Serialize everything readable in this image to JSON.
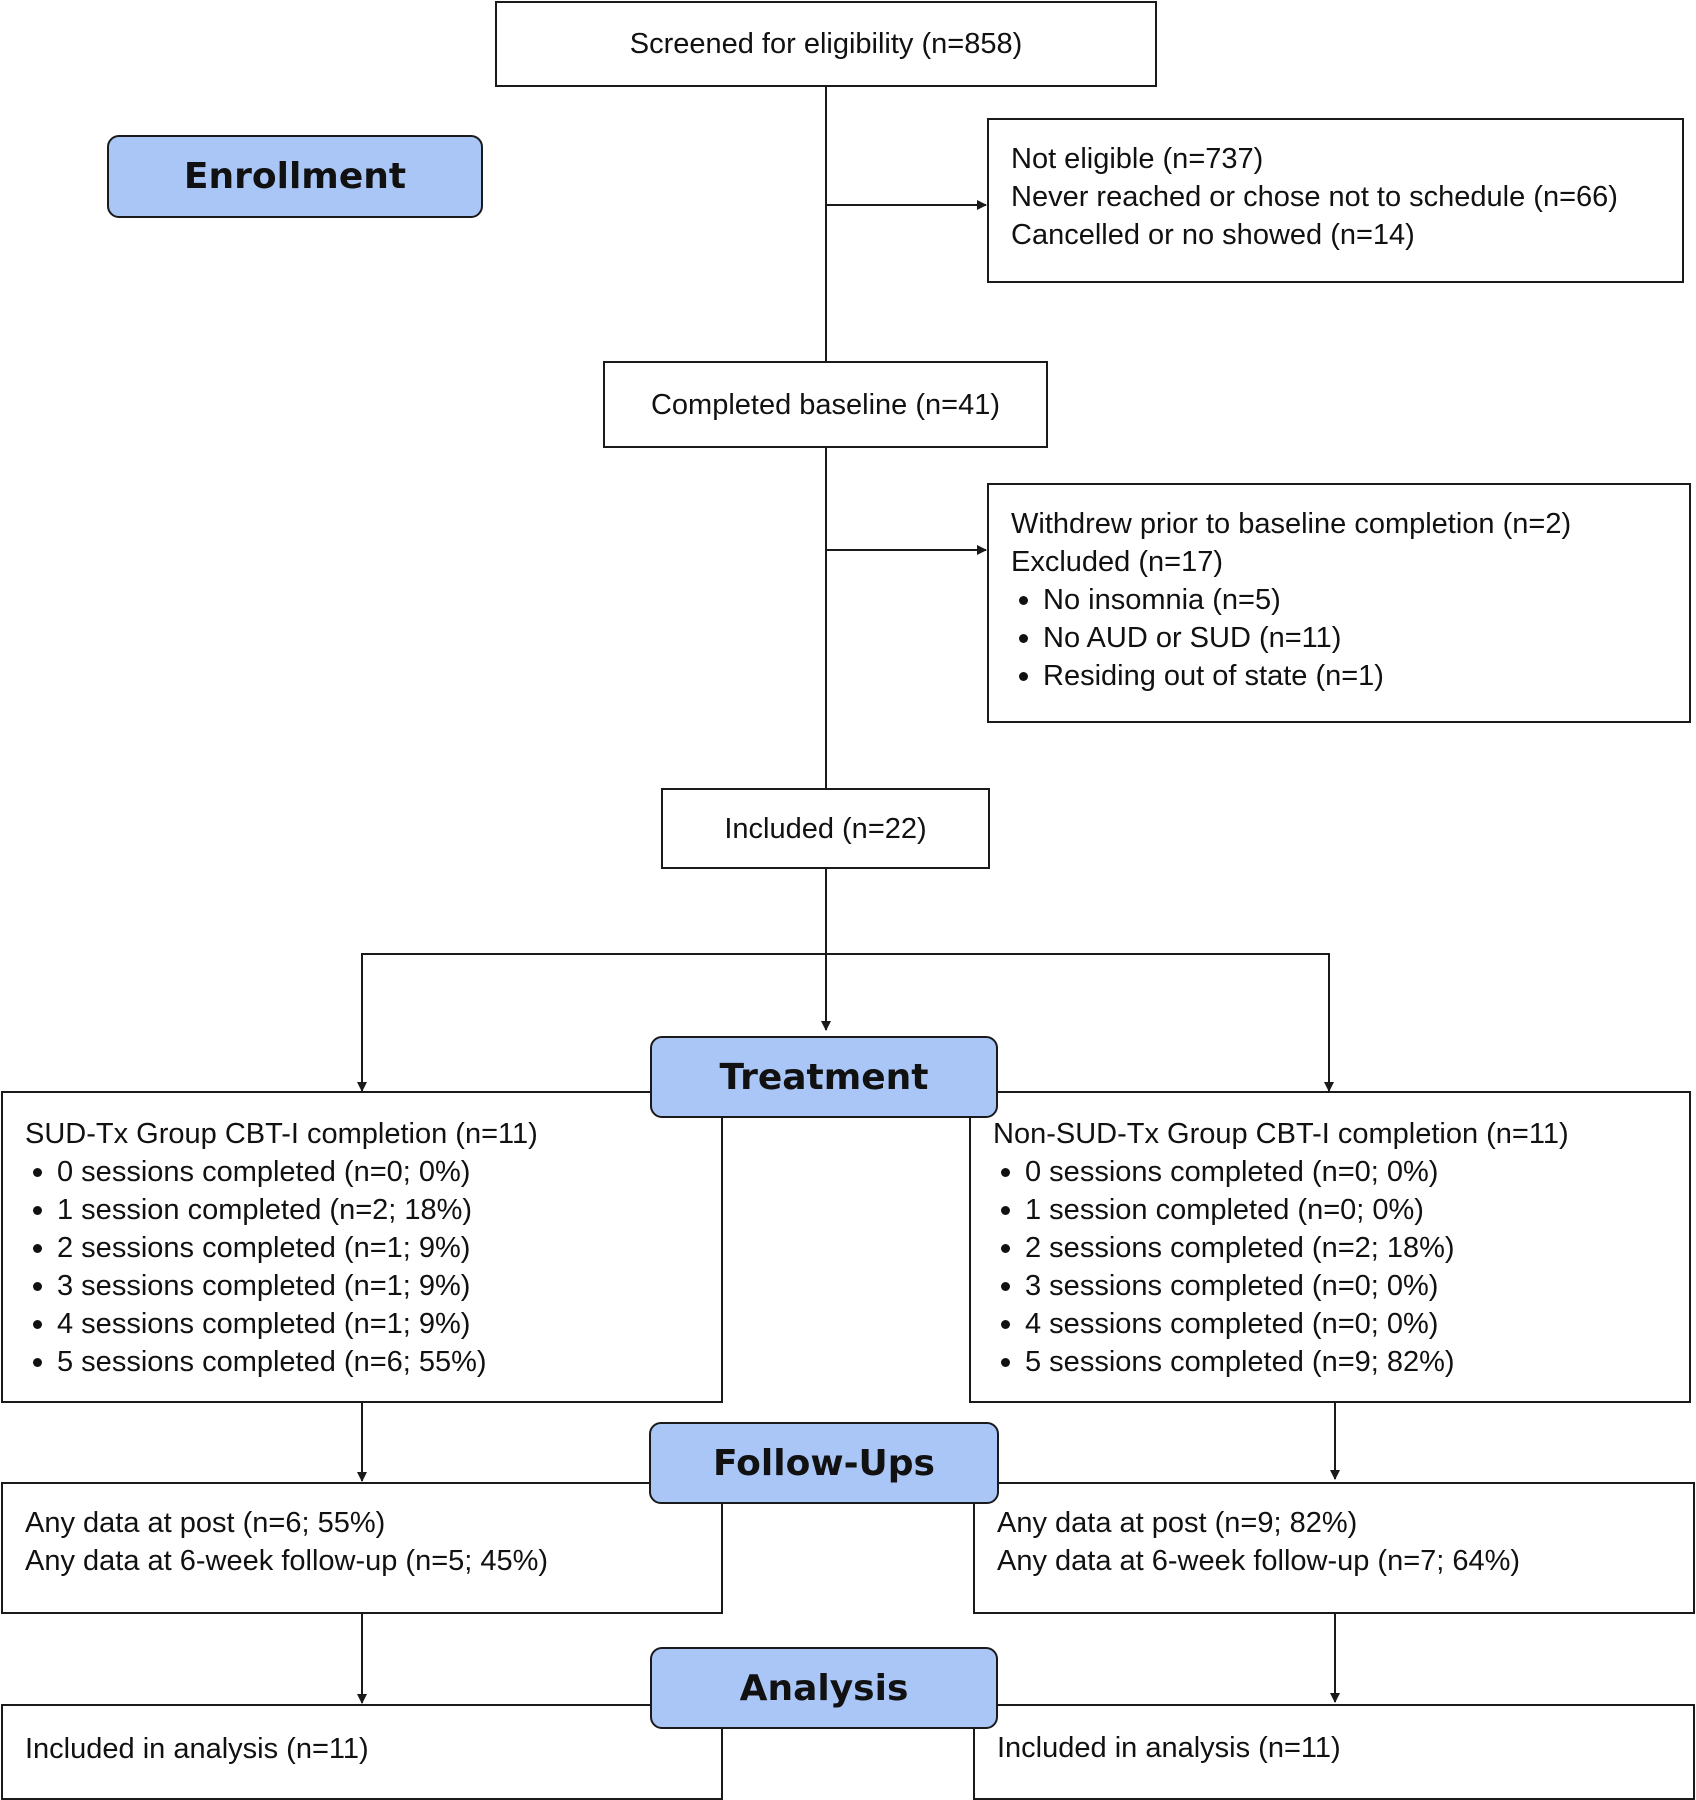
{
  "stages": {
    "enrollment": "Enrollment",
    "treatment": "Treatment",
    "follow_ups": "Follow-Ups",
    "analysis": "Analysis"
  },
  "screened": "Screened for eligibility (n=858)",
  "excluded_initial": [
    "Not eligible (n=737)",
    "Never reached or chose not to schedule (n=66)",
    "Cancelled or no showed (n=14)"
  ],
  "completed_baseline": "Completed baseline (n=41)",
  "withdrew": {
    "lines": [
      "Withdrew prior to baseline completion (n=2)",
      "Excluded (n=17)"
    ],
    "bullets": [
      "No insomnia (n=5)",
      "No AUD or SUD (n=11)",
      "Residing out of state (n=1)"
    ]
  },
  "included": "Included (n=22)",
  "sud_tx": {
    "title": "SUD-Tx Group CBT-I completion (n=11)",
    "sessions": [
      "0 sessions completed (n=0; 0%)",
      "1 session completed (n=2; 18%)",
      "2 sessions completed (n=1; 9%)",
      "3 sessions completed (n=1; 9%)",
      "4 sessions completed (n=1; 9%)",
      "5 sessions completed (n=6; 55%)"
    ],
    "followups": [
      "Any data at post (n=6; 55%)",
      "Any data at 6-week follow-up (n=5; 45%)"
    ],
    "analysis": "Included in analysis (n=11)"
  },
  "non_sud_tx": {
    "title": "Non-SUD-Tx Group CBT-I completion (n=11)",
    "sessions": [
      "0 sessions completed (n=0; 0%)",
      "1 session completed (n=0; 0%)",
      "2 sessions completed (n=2; 18%)",
      "3 sessions completed (n=0; 0%)",
      "4 sessions completed (n=0; 0%)",
      "5 sessions completed (n=9; 82%)"
    ],
    "followups": [
      "Any data at post (n=9; 82%)",
      "Any data at 6-week follow-up (n=7; 64%)"
    ],
    "analysis": "Included in analysis (n=11)"
  }
}
